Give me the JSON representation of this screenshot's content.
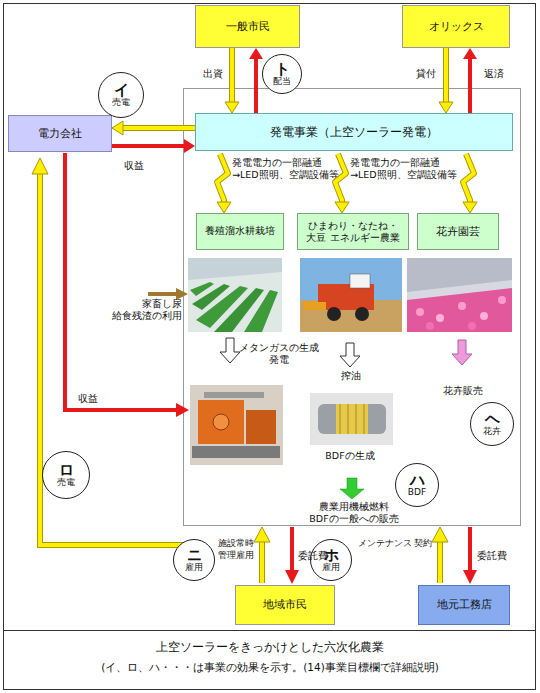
{
  "diagram": {
    "caption": "上空ソーラーをきっかけとした六次化農業",
    "nodes": [
      {
        "text": [
          "一般市民"
        ]
      },
      {
        "text": [
          "オリックス"
        ]
      },
      {
        "text": [
          "電力会社"
        ]
      },
      {
        "text": [
          "発電事業（上空ソーラー発電）"
        ]
      },
      {
        "text": [
          "養殖溜水耕栽培"
        ]
      },
      {
        "text": [
          "ひまわり・なたね・大豆 エネルギー農業"
        ]
      },
      {
        "text": [
          "花卉園芸"
        ]
      },
      {
        "text": [
          "イ",
          "売電"
        ]
      },
      {
        "text": [
          "ト",
          "配当"
        ]
      },
      {
        "text": [
          "ロ",
          "売電"
        ]
      },
      {
        "text": [
          "ハ",
          "BDF"
        ]
      },
      {
        "text": [
          "ヘ",
          "花卉"
        ]
      },
      {
        "text": [
          "ニ",
          "雇用"
        ]
      },
      {
        "text": [
          "ホ",
          "雇用"
        ]
      },
      {
        "text": [
          "地域市民"
        ]
      },
      {
        "text": [
          "地元工務店"
        ]
      }
    ],
    "edges": [
      {
        "from": 0,
        "to": 3,
        "label": "出資",
        "arrow": "to"
      },
      {
        "from": 3,
        "to": 0,
        "arrow": "to"
      },
      {
        "from": 1,
        "to": 3,
        "label": "貸付",
        "arrow": "to"
      },
      {
        "from": 3,
        "to": 1,
        "label": "返済",
        "arrow": "to"
      },
      {
        "from": 3,
        "to": 2,
        "arrow": "to"
      },
      {
        "from": 2,
        "to": 3,
        "label": "収益",
        "arrow": "to"
      },
      {
        "from": 3,
        "to": 4,
        "label": "発電電力の一部融通 →LED照明、空調設備等",
        "arrow": "to"
      },
      {
        "from": 3,
        "to": 5,
        "label": "発電電力の一部融通 →LED照明、空調設備等",
        "arrow": "to"
      },
      {
        "from": 3,
        "to": 6,
        "arrow": "to"
      }
    ],
    "labels": [
      "家畜し尿 給食残渣の利用",
      "メタンガスの生成 発電",
      "搾油",
      "花卉販売",
      "BDFの生成",
      "農業用機械燃料 BDFの一般への販売",
      "収益",
      "施設常時 管理雇用",
      "委託費",
      "メンテナンス 契約",
      "委託費",
      "(イ、ロ、ハ・・・は事業の効果を示す。(14)事業目標欄で詳細説明)"
    ]
  }
}
